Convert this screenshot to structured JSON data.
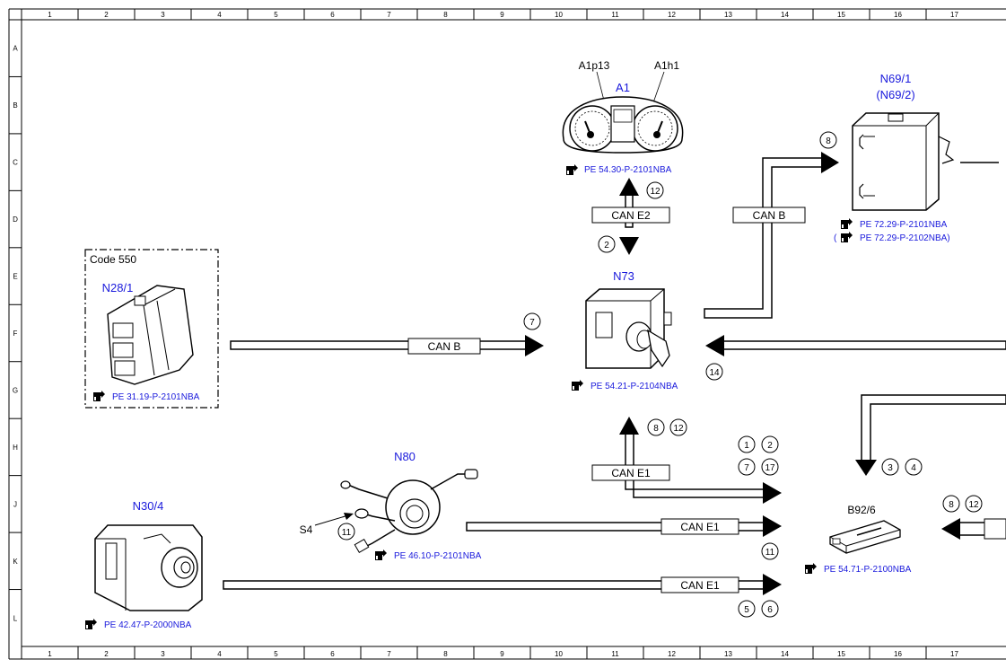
{
  "frame": {
    "columns": [
      "1",
      "2",
      "3",
      "4",
      "5",
      "6",
      "7",
      "8",
      "9",
      "10",
      "11",
      "12",
      "13",
      "14",
      "15",
      "16",
      "17"
    ],
    "rows": [
      "A",
      "B",
      "C",
      "D",
      "E",
      "F",
      "G",
      "H",
      "J",
      "K",
      "L"
    ]
  },
  "components": {
    "a1": {
      "id": "A1",
      "pin_left": "A1p13",
      "pin_right": "A1h1",
      "ref": "PE 54.30-P-2101NBA"
    },
    "n69": {
      "id": "N69/1",
      "id_alt": "(N69/2)",
      "ref": "PE 72.29-P-2101NBA",
      "ref_alt_prefix": "(",
      "ref_alt": "PE 72.29-P-2102NBA)"
    },
    "n28": {
      "code": "Code 550",
      "id": "N28/1",
      "ref": "PE 31.19-P-2101NBA"
    },
    "n73": {
      "id": "N73",
      "ref": "PE 54.21-P-2104NBA"
    },
    "n80": {
      "id": "N80",
      "sub": "S4",
      "ref": "PE 46.10-P-2101NBA"
    },
    "n30": {
      "id": "N30/4",
      "ref": "PE 42.47-P-2000NBA"
    },
    "b92": {
      "id": "B92/6",
      "ref": "PE 54.71-P-2100NBA"
    }
  },
  "buses": {
    "can_e2": "CAN E2",
    "can_b_top": "CAN B",
    "can_b_left": "CAN B",
    "can_e1_mid": "CAN E1",
    "can_e1_n80": "CAN E1",
    "can_e1_n30": "CAN E1"
  },
  "markers": {
    "m12_a1": "12",
    "m2_a1": "2",
    "m8_n69": "8",
    "m7": "7",
    "m14": "14",
    "m8_h": "8",
    "m12_h": "12",
    "m1": "1",
    "m2_h": "2",
    "m7_h": "7",
    "m17": "17",
    "m3": "3",
    "m4": "4",
    "m11_s4": "11",
    "m11_k": "11",
    "m8_b92": "8",
    "m12_b92": "12",
    "m5": "5",
    "m6": "6"
  },
  "colors": {
    "component_label": "#1a1adc",
    "line": "#000000"
  }
}
